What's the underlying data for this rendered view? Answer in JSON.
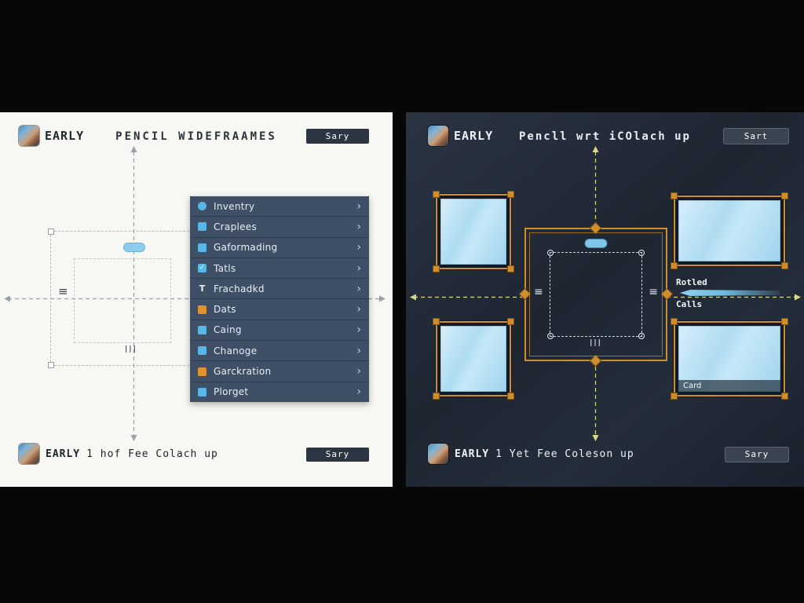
{
  "colors": {
    "left_bg": "#f7f7f4",
    "right_bg": "#1e2632",
    "menu_bg": "#3e4f66",
    "accent_orange": "#cf8d2c",
    "accent_blue": "#7fc6ea",
    "screen_fill": "#aedcf2",
    "button_bg": "#2c3542",
    "arrow_left": "#9ba1a7",
    "arrow_right": "#d8d88a"
  },
  "left_panel": {
    "brand": "EARLY",
    "title": "PENCIL WIDEFRAAMES",
    "top_button_label": "Sary",
    "wireframe": {
      "grip_icon": "≡",
      "footer_icon": "|||"
    },
    "menu": {
      "chevron": "›",
      "items": [
        {
          "label": "Inventry",
          "icon": "circle-icon",
          "icon_color": "#58b7e6"
        },
        {
          "label": "Craplees",
          "icon": "square-icon",
          "icon_color": "#58b7e6"
        },
        {
          "label": "Gaformading",
          "icon": "square-icon",
          "icon_color": "#58b7e6"
        },
        {
          "label": "Tatls",
          "icon": "check-icon",
          "icon_color": "#58b7e6"
        },
        {
          "label": "Frachadkd",
          "icon": "text-icon",
          "icon_color": "#eef2f7"
        },
        {
          "label": "Dats",
          "icon": "square-icon",
          "icon_color": "#e0922f"
        },
        {
          "label": "Caing",
          "icon": "square-icon",
          "icon_color": "#58b7e6"
        },
        {
          "label": "Chanoge",
          "icon": "square-icon",
          "icon_color": "#58b7e6"
        },
        {
          "label": "Garckration",
          "icon": "square-icon",
          "icon_color": "#e0922f"
        },
        {
          "label": "Plorget",
          "icon": "square-icon",
          "icon_color": "#58b7e6"
        }
      ]
    },
    "bottom_brand": "EARLY",
    "bottom_text": "1 hof Fee Colach up",
    "bottom_button_label": "Sary"
  },
  "right_panel": {
    "brand": "EARLY",
    "title": "Pencll wrt iCOlach up",
    "top_button_label": "Sart",
    "center_frame": {
      "grip_icon": "≡",
      "footer_icon": "|||"
    },
    "slider": {
      "label": "Rotled",
      "sublabel": "Calls"
    },
    "card_label": "Card",
    "bottom_brand": "EARLY",
    "bottom_text": "1 Yet Fee Coleson up",
    "bottom_button_label": "Sary"
  }
}
